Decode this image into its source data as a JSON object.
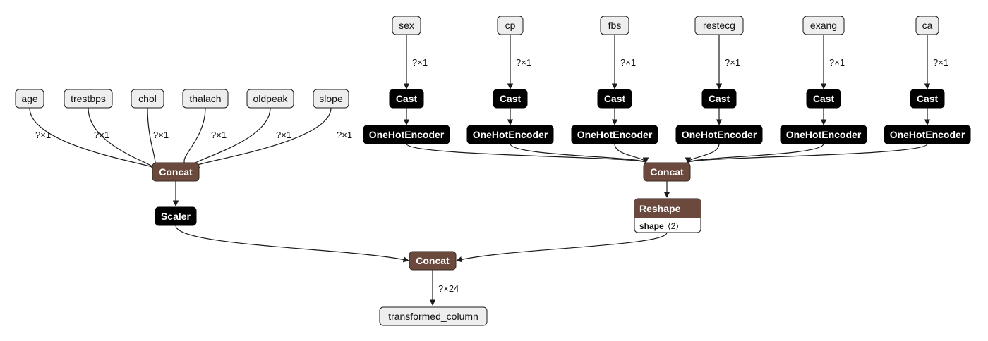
{
  "numeric_inputs": [
    "age",
    "trestbps",
    "chol",
    "thalach",
    "oldpeak",
    "slope"
  ],
  "numeric_edge_label": "?×1",
  "categorical_inputs": [
    "sex",
    "cp",
    "fbs",
    "restecg",
    "exang",
    "ca"
  ],
  "categorical_edge_label": "?×1",
  "cast_label": "Cast",
  "encoder_label": "OneHotEncoder",
  "concat_label": "Concat",
  "scaler_label": "Scaler",
  "reshape": {
    "title": "Reshape",
    "attr_name": "shape",
    "attr_value": "⟨2⟩"
  },
  "output_edge_label": "?×24",
  "output_label": "transformed_column",
  "colors": {
    "op_fill": "#000000",
    "concat_fill": "#6b4a3d",
    "input_fill": "#eeeeee"
  }
}
